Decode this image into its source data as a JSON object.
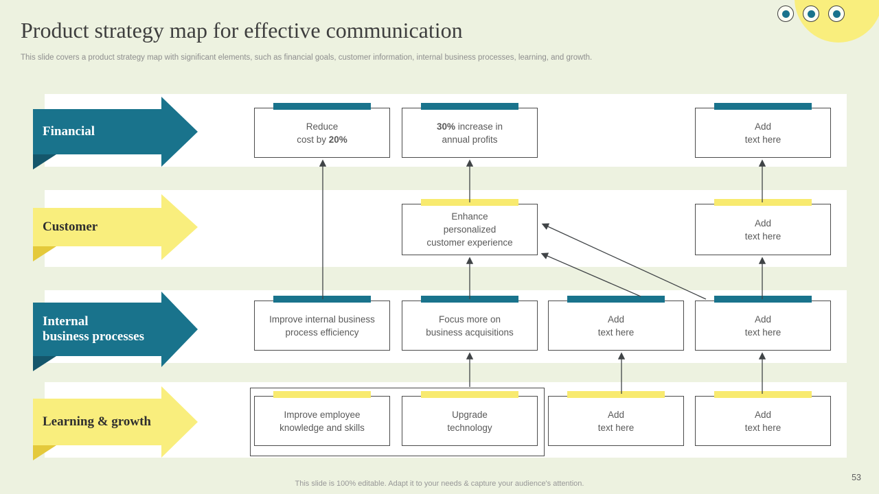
{
  "slide": {
    "title": "Product strategy map for effective communication",
    "subtitle": "This slide covers a product strategy map with significant elements, such as financial goals, customer information, internal business processes, learning, and growth.",
    "footer": "This slide is 100% editable. Adapt it to your needs & capture your audience's attention.",
    "page_number": "53"
  },
  "colors": {
    "background": "#edf2e0",
    "band": "#ffffff",
    "teal": "#19738c",
    "teal_dark": "#14566b",
    "yellow": "#f9ee7d",
    "yellow_dark": "#e4c93b",
    "box_border": "#4a4a4a",
    "text_gray": "#595959",
    "connector": "#404447"
  },
  "decorations": {
    "corner_circle_color": "#f9ee7d",
    "dot_icons": [
      "bullseye-dot-icon",
      "bullseye-dot-icon",
      "bullseye-dot-icon"
    ]
  },
  "rows": {
    "financial": {
      "label": "Financial"
    },
    "customer": {
      "label": "Customer"
    },
    "internal": {
      "label_lines": [
        "Internal",
        "business processes"
      ]
    },
    "learning": {
      "label": "Learning & growth"
    }
  },
  "boxes": [
    {
      "row": "financial",
      "col": 0,
      "bar": "teal",
      "lines": [
        "Reduce",
        "cost by |20%|"
      ]
    },
    {
      "row": "financial",
      "col": 1,
      "bar": "teal",
      "lines": [
        "|30%| increase in",
        "annual profits"
      ]
    },
    {
      "row": "financial",
      "col": 3,
      "bar": "teal",
      "lines": [
        "Add",
        "text here"
      ]
    },
    {
      "row": "customer",
      "col": 1,
      "bar": "yellow",
      "lines": [
        "Enhance",
        "personalized",
        "customer experience"
      ]
    },
    {
      "row": "customer",
      "col": 3,
      "bar": "yellow",
      "lines": [
        "Add",
        "text here"
      ]
    },
    {
      "row": "internal",
      "col": 0,
      "bar": "teal",
      "lines": [
        "Improve internal business",
        "process efficiency"
      ]
    },
    {
      "row": "internal",
      "col": 1,
      "bar": "teal",
      "lines": [
        "Focus more on",
        "business acquisitions"
      ]
    },
    {
      "row": "internal",
      "col": 2,
      "bar": "teal",
      "lines": [
        "Add",
        "text here"
      ]
    },
    {
      "row": "internal",
      "col": 3,
      "bar": "teal",
      "lines": [
        "Add",
        "text here"
      ]
    },
    {
      "row": "learning",
      "col": 0,
      "bar": "yellow",
      "lines": [
        "Improve employee",
        "knowledge and skills"
      ]
    },
    {
      "row": "learning",
      "col": 1,
      "bar": "yellow",
      "lines": [
        "Upgrade",
        "technology"
      ]
    },
    {
      "row": "learning",
      "col": 2,
      "bar": "yellow",
      "lines": [
        "Add",
        "text here"
      ]
    },
    {
      "row": "learning",
      "col": 3,
      "bar": "yellow",
      "lines": [
        "Add",
        "text here"
      ]
    }
  ]
}
